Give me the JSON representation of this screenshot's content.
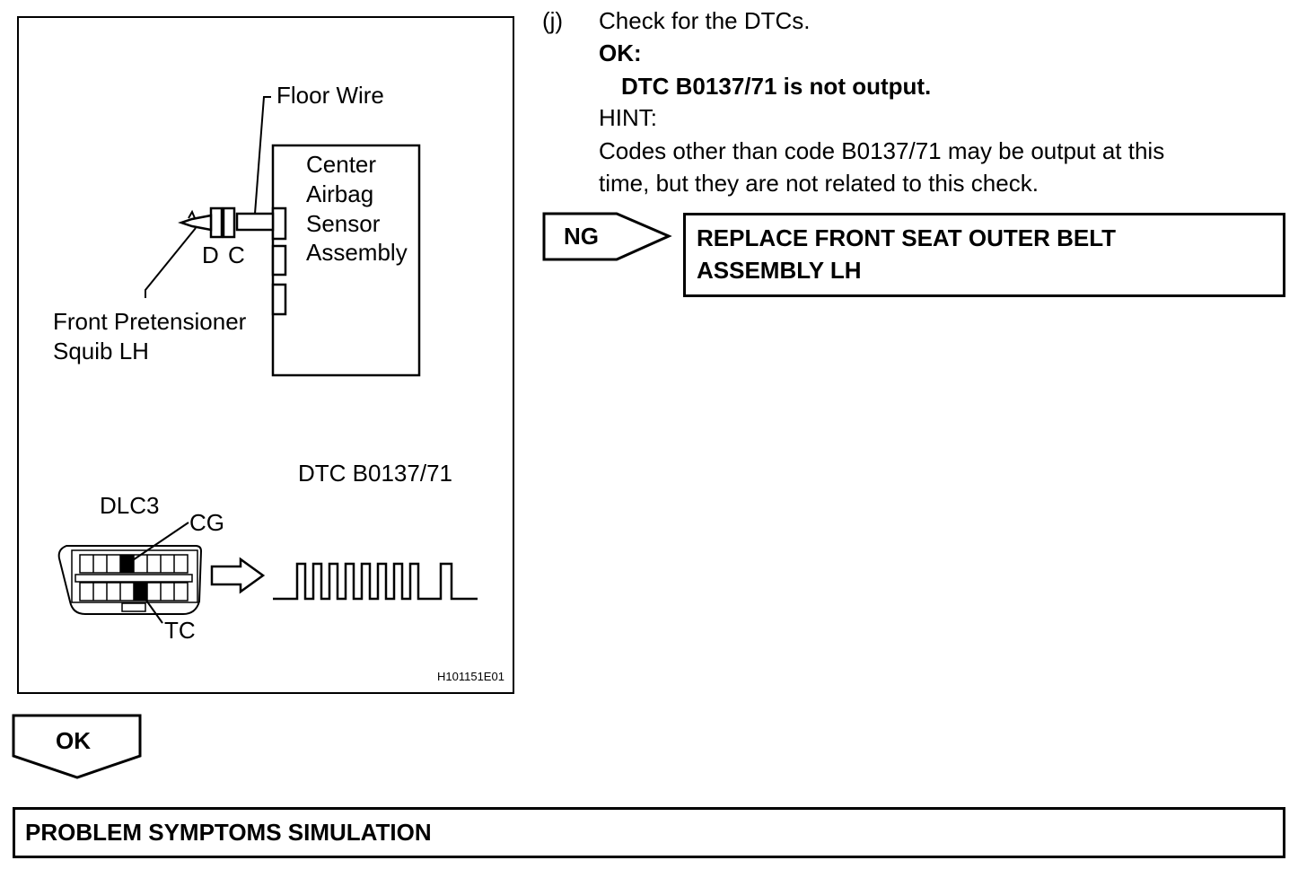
{
  "figure": {
    "labels": {
      "floor_wire": "Floor Wire",
      "center_airbag_line1": "Center",
      "center_airbag_line2": "Airbag",
      "center_airbag_line3": "Sensor",
      "center_airbag_line4": "Assembly",
      "connector_d": "D",
      "connector_c": "C",
      "pretensioner_line1": "Front Pretensioner",
      "pretensioner_line2": "Squib LH",
      "dtc": "DTC B0137/71",
      "dlc3": "DLC3",
      "cg": "CG",
      "tc": "TC",
      "figure_id": "H101151E01"
    }
  },
  "step": {
    "marker": "(j)",
    "title": "Check for the DTCs.",
    "ok_label": "OK:",
    "ok_text": "DTC B0137/71 is not output.",
    "hint_label": "HINT:",
    "hint_line1": "Codes other than code B0137/71 may be output at this",
    "hint_line2": "time, but they are not related to this check."
  },
  "ng_branch": {
    "label": "NG",
    "action_line1": "REPLACE FRONT SEAT OUTER BELT",
    "action_line2": "ASSEMBLY LH"
  },
  "ok_branch": {
    "label": "OK"
  },
  "next_step": {
    "label": "PROBLEM SYMPTOMS SIMULATION"
  }
}
